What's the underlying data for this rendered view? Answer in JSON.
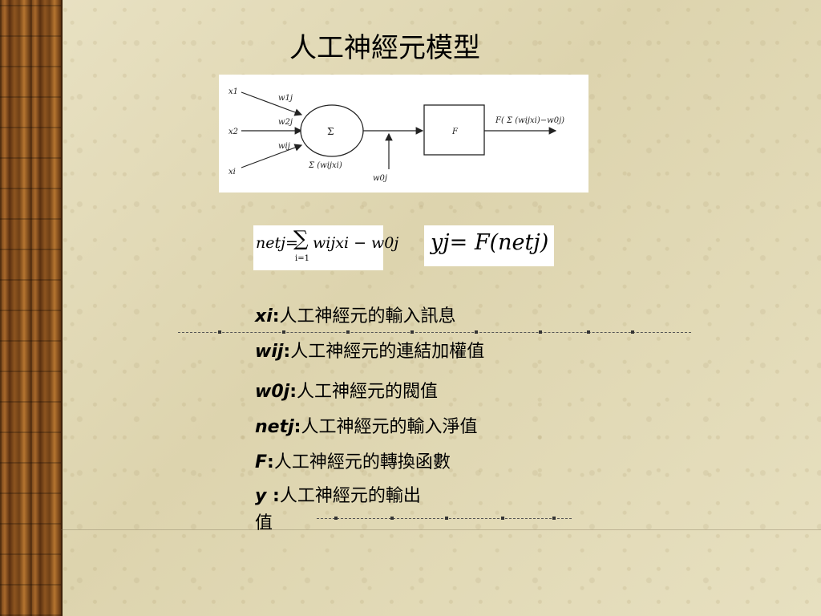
{
  "slide": {
    "title": "人工神經元模型"
  },
  "diagram": {
    "inputs": [
      "x1",
      "x2",
      "xi"
    ],
    "weights": [
      "w1j",
      "w2j",
      "wij"
    ],
    "sum_symbol": "Σ",
    "sum_label": "Σ (wijxi)",
    "bias_label": "w0j",
    "function_box": "F",
    "output_label": "F( Σ (wijxi)−w0j)"
  },
  "formulas": {
    "net": {
      "lhs": "netj=",
      "sum": "∑",
      "lower_limit": "i=1",
      "rhs": "wijxi − w0j"
    },
    "output": "yj= F(netj)"
  },
  "definitions": [
    {
      "term": "xi",
      "desc": "人工神經元的輸入訊息"
    },
    {
      "term": "wij",
      "desc": "人工神經元的連結加權值"
    },
    {
      "term": "w0j",
      "desc": "人工神經元的閥值"
    },
    {
      "term": "netj",
      "desc": "人工神經元的輸入淨值"
    },
    {
      "term": "F",
      "desc": "人工神經元的轉換函數"
    },
    {
      "term": "y ",
      "desc": "人工神經元的輸出"
    }
  ],
  "definition_continuation": "值",
  "colors": {
    "background": "#e6dfbf",
    "wood": "#8e5520",
    "text": "#000000"
  }
}
